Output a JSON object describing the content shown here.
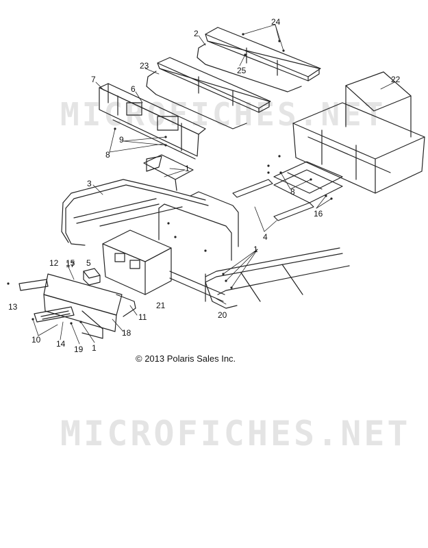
{
  "watermark": "MICROFICHES.NET",
  "copyright": "© 2013 Polaris Sales Inc.",
  "callouts": [
    "24",
    "2",
    "25",
    "23",
    "7",
    "6",
    "22",
    "9",
    "8",
    "1",
    "3",
    "8",
    "16",
    "4",
    "1",
    "12",
    "15",
    "17",
    "5",
    "13",
    "11",
    "21",
    "20",
    "10",
    "14",
    "19",
    "1",
    "18"
  ]
}
